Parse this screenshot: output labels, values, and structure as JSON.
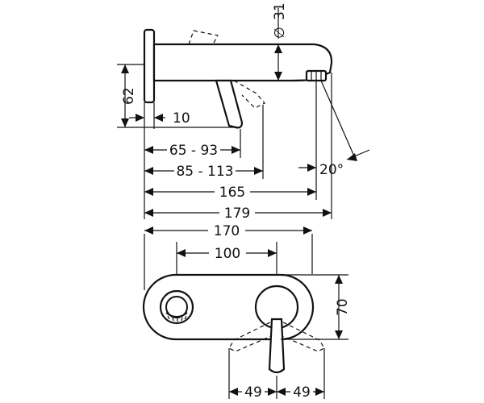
{
  "dimensions": {
    "diameter_symbol": "∅",
    "spout_diameter": "31",
    "wall_height": "62",
    "plate_offset": "10",
    "lever_range": "65 - 93",
    "spout_range": "85 - 113",
    "spout_length": "165",
    "overall_length": "179",
    "spray_angle": "20°",
    "plate_width": "170",
    "hole_spacing": "100",
    "plate_height": "70",
    "lever_left": "49",
    "lever_right": "49"
  }
}
